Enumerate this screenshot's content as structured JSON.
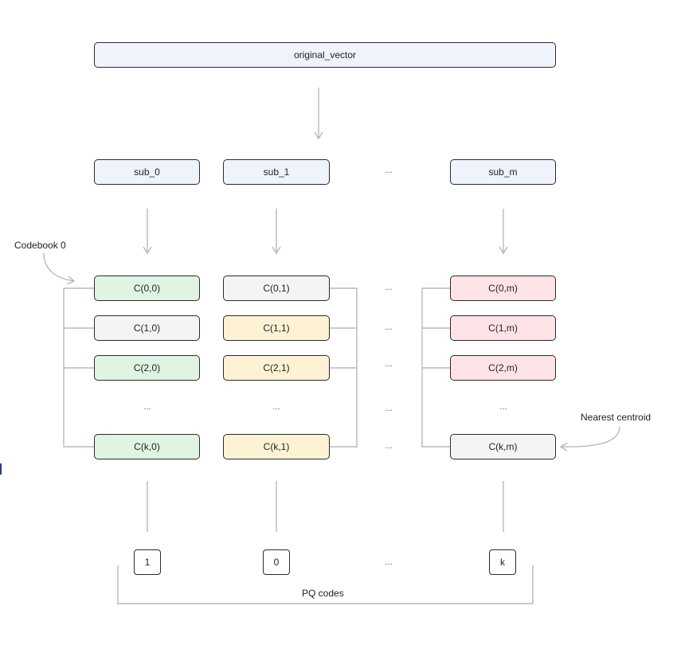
{
  "diagram": {
    "original_vector": "original_vector",
    "subvectors": [
      "sub_0",
      "sub_1",
      "sub_m"
    ],
    "ellipsis": "...",
    "codebook_label": "Codebook 0",
    "nearest_label": "Nearest centroid",
    "codebooks": [
      {
        "rows": [
          {
            "label": "C(0,0)",
            "color": "green"
          },
          {
            "label": "C(1,0)",
            "color": "gray"
          },
          {
            "label": "C(2,0)",
            "color": "green"
          },
          {
            "label": "...",
            "color": "none"
          },
          {
            "label": "C(k,0)",
            "color": "green"
          }
        ]
      },
      {
        "rows": [
          {
            "label": "C(0,1)",
            "color": "gray"
          },
          {
            "label": "C(1,1)",
            "color": "yellow"
          },
          {
            "label": "C(2,1)",
            "color": "yellow"
          },
          {
            "label": "...",
            "color": "none"
          },
          {
            "label": "C(k,1)",
            "color": "yellow"
          }
        ]
      },
      {
        "rows": [
          {
            "label": "C(0,m)",
            "color": "red"
          },
          {
            "label": "C(1,m)",
            "color": "red"
          },
          {
            "label": "C(2,m)",
            "color": "red"
          },
          {
            "label": "...",
            "color": "none"
          },
          {
            "label": "C(k,m)",
            "color": "gray"
          }
        ]
      }
    ],
    "codes": [
      "1",
      "0",
      "k"
    ],
    "pq_label": "PQ codes",
    "colors": {
      "blue": "#eef3fc",
      "green": "#e0f4e3",
      "gray": "#f4f4f4",
      "yellow": "#fdf3d4",
      "red": "#fde3e5",
      "connector": "#b8b8b8"
    }
  }
}
